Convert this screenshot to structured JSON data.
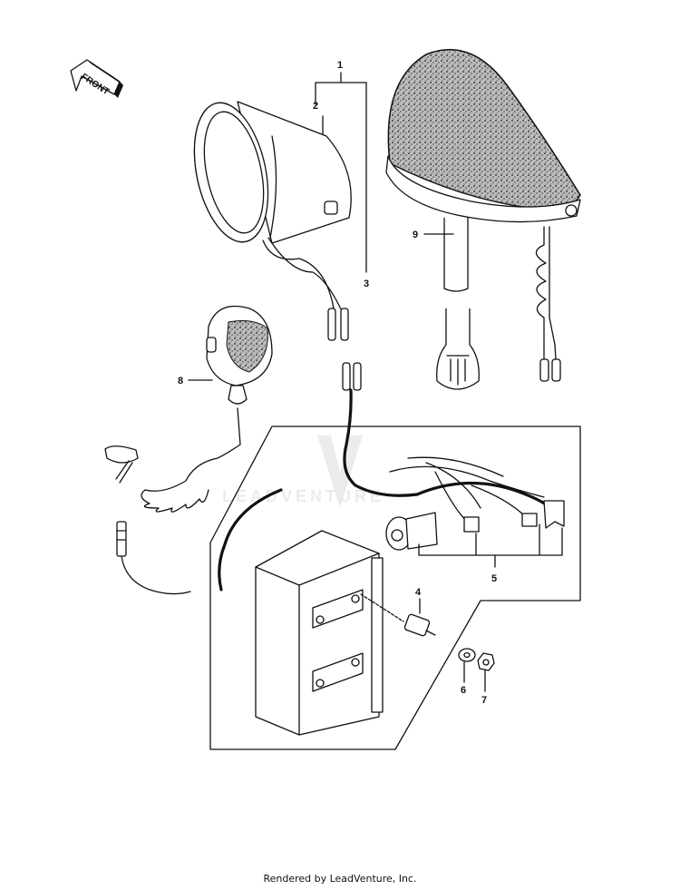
{
  "front_badge": "FRONT",
  "watermark": "LEADVENTURE",
  "callouts": [
    "1",
    "2",
    "3",
    "4",
    "5",
    "6",
    "7",
    "8",
    "9"
  ],
  "footer": "Rendered by LeadVenture, Inc."
}
